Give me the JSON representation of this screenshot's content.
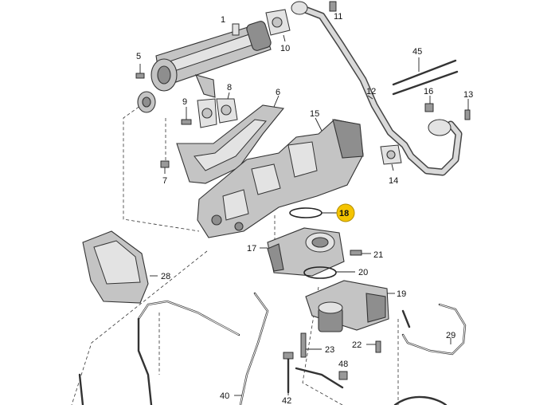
{
  "diagram": {
    "highlighted_label": "18",
    "highlight_color": "#f5c400",
    "labels": {
      "p1": "1",
      "p5": "5",
      "p6": "6",
      "p7": "7",
      "p8": "8",
      "p9": "9",
      "p10": "10",
      "p11": "11",
      "p12": "12",
      "p13": "13",
      "p14": "14",
      "p15": "15",
      "p16": "16",
      "p17": "17",
      "p18": "18",
      "p19": "19",
      "p20": "20",
      "p21": "21",
      "p22": "22",
      "p23": "23",
      "p28": "28",
      "p29": "29",
      "p40": "40",
      "p42": "42",
      "p45": "45",
      "p48": "48"
    }
  }
}
